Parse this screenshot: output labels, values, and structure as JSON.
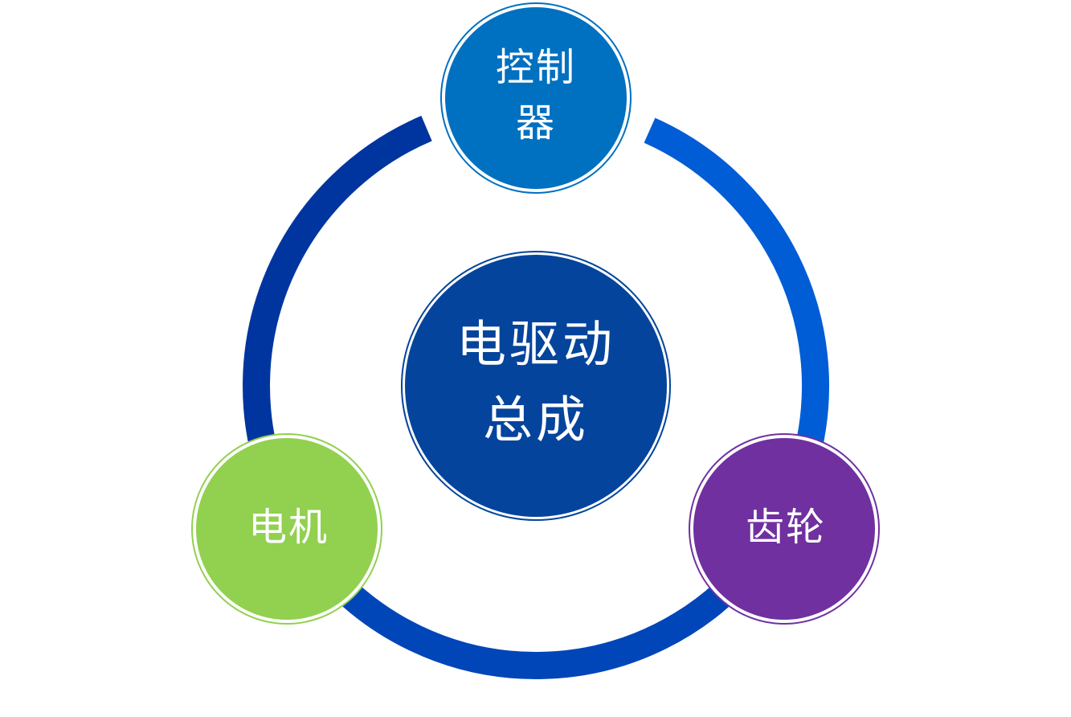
{
  "center": {
    "lines": [
      "电驱动",
      "总成"
    ],
    "color": "#04449C"
  },
  "nodes": {
    "top": {
      "lines": [
        "控制",
        "器"
      ],
      "color": "#0070C0"
    },
    "left": {
      "lines": [
        "电机"
      ],
      "color": "#92D050"
    },
    "right": {
      "lines": [
        "齿轮"
      ],
      "color": "#7030A0"
    }
  },
  "ring": {
    "color_left": "#0035A0",
    "color_right": "#005DD6",
    "color_bottom": "#0046B8"
  }
}
